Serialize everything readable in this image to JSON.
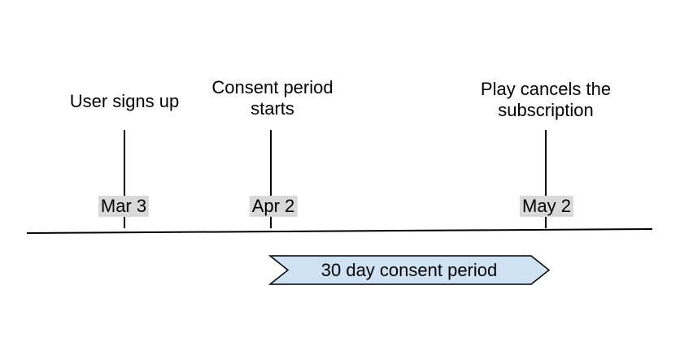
{
  "diagram": {
    "title": "",
    "events": [
      {
        "label": "User signs up",
        "date": "Mar 3"
      },
      {
        "label": "Consent period\nstarts",
        "date": "Apr 2"
      },
      {
        "label": "Play cancels the\nsubscription",
        "date": "May 2"
      }
    ],
    "banner": {
      "label": "30 day consent period"
    },
    "colors": {
      "banner_fill": "#cfe2f3",
      "banner_stroke": "#000000",
      "date_bg": "#d9d9d9",
      "line": "#000000"
    }
  }
}
